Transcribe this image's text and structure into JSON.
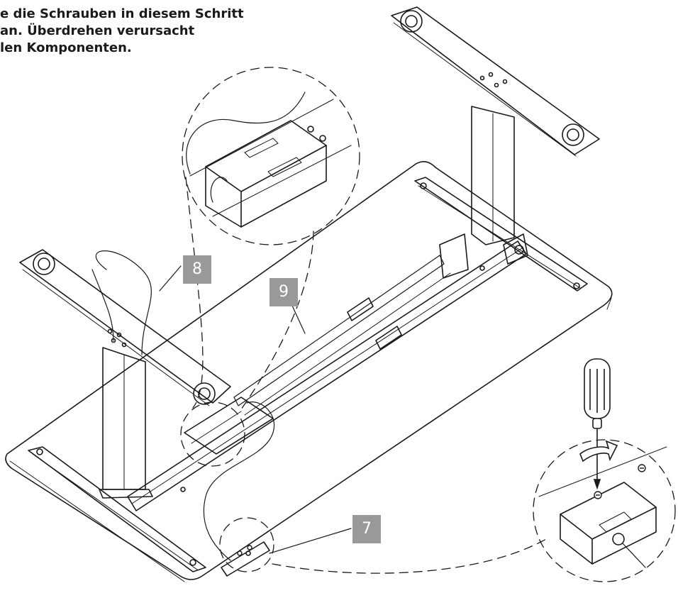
{
  "instruction_note": {
    "lines": [
      "e die Schrauben in diesem Schritt",
      "an. Überdrehen verursacht",
      "len Komponenten."
    ]
  },
  "callouts": {
    "c7": "7",
    "c8": "8",
    "c9": "9"
  },
  "colors": {
    "line": "#1a1a1a",
    "callout_bg": "#999999",
    "callout_text": "#ffffff"
  },
  "icons": [
    "screwdriver-icon",
    "rotation-arrow-icon",
    "screw-icon"
  ]
}
